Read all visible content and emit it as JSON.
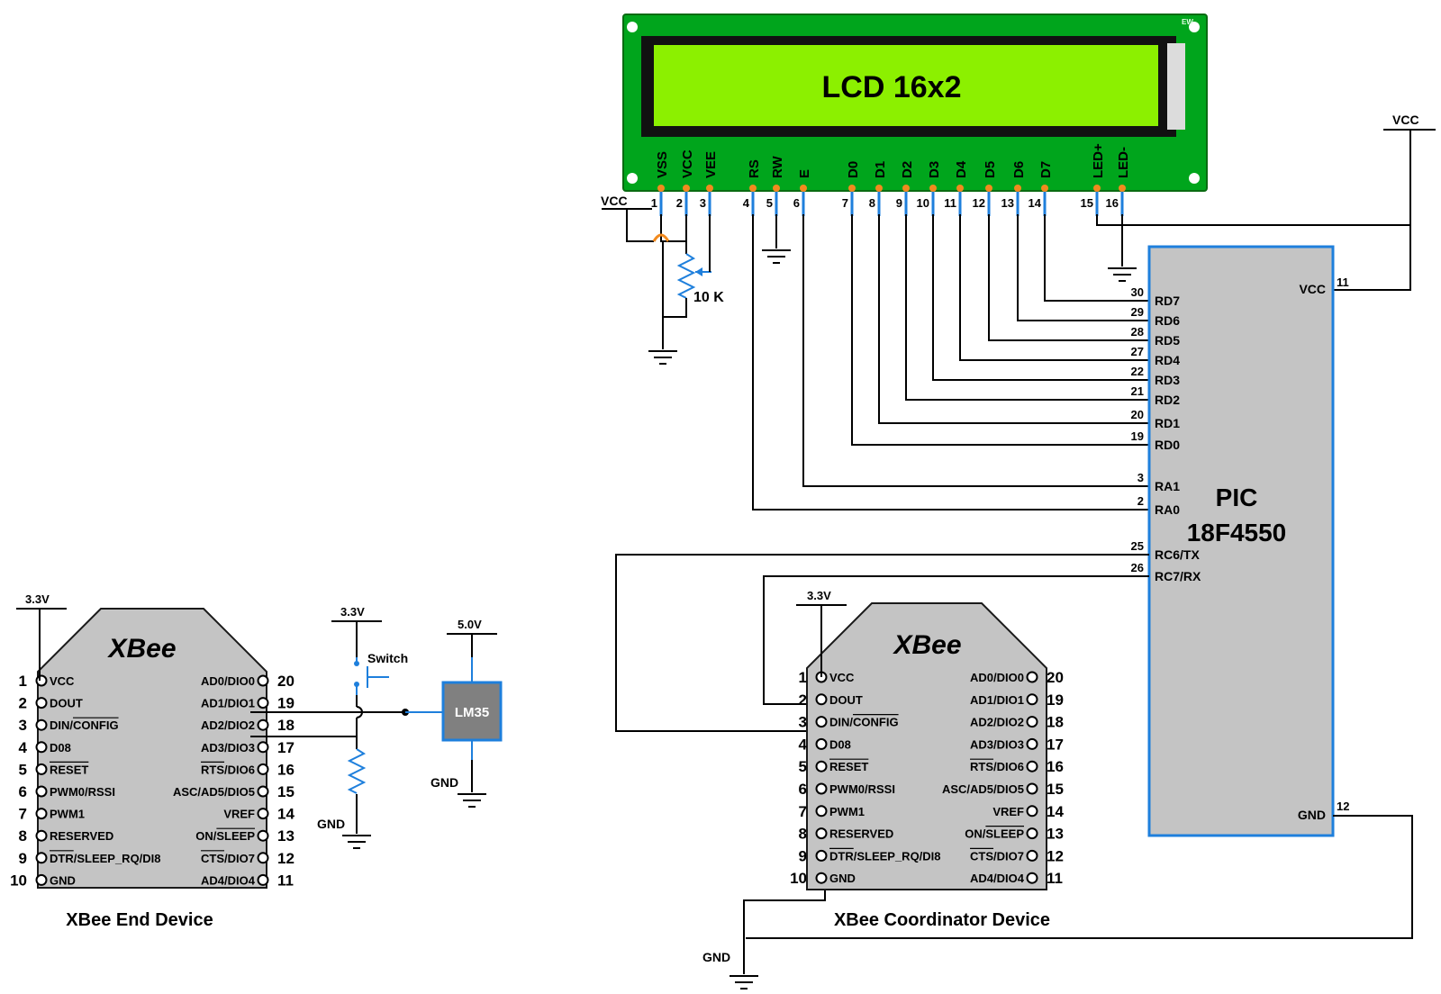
{
  "lcd": {
    "label": "LCD 16x2",
    "brand_mark": "EW",
    "pins": [
      {
        "name": "VSS",
        "num": "1"
      },
      {
        "name": "VCC",
        "num": "2"
      },
      {
        "name": "VEE",
        "num": "3"
      },
      {
        "name": "RS",
        "num": "4"
      },
      {
        "name": "RW",
        "num": "5"
      },
      {
        "name": "E",
        "num": "6"
      },
      {
        "name": "D0",
        "num": "7"
      },
      {
        "name": "D1",
        "num": "8"
      },
      {
        "name": "D2",
        "num": "9"
      },
      {
        "name": "D3",
        "num": "10"
      },
      {
        "name": "D4",
        "num": "11"
      },
      {
        "name": "D5",
        "num": "12"
      },
      {
        "name": "D6",
        "num": "13"
      },
      {
        "name": "D7",
        "num": "14"
      },
      {
        "name": "LED+",
        "num": "15"
      },
      {
        "name": "LED-",
        "num": "16"
      }
    ],
    "pcb_color": "#00a51c",
    "screen_color": "#8cf000"
  },
  "pic": {
    "name_line1": "PIC",
    "name_line2": "18F4550",
    "fill": "#c4c4c4",
    "border": "#1e7fdc",
    "pins_left": [
      {
        "num": "30",
        "label": "RD7"
      },
      {
        "num": "29",
        "label": "RD6"
      },
      {
        "num": "28",
        "label": "RD5"
      },
      {
        "num": "27",
        "label": "RD4"
      },
      {
        "num": "22",
        "label": "RD3"
      },
      {
        "num": "21",
        "label": "RD2"
      },
      {
        "num": "20",
        "label": "RD1"
      },
      {
        "num": "19",
        "label": "RD0"
      },
      {
        "num": "3",
        "label": "RA1"
      },
      {
        "num": "2",
        "label": "RA0"
      },
      {
        "num": "25",
        "label": "RC6/TX"
      },
      {
        "num": "26",
        "label": "RC7/RX"
      }
    ],
    "vcc_label": "VCC",
    "vcc_pin": "11",
    "gnd_label": "GND",
    "gnd_pin": "12"
  },
  "labels": {
    "vcc": "VCC",
    "pot": "10 K",
    "v33": "3.3V",
    "v50": "5.0V",
    "gnd": "GND",
    "switch": "Switch",
    "lm35": "LM35",
    "end_device_caption": "XBee End Device",
    "coord_caption": "XBee Coordinator Device"
  },
  "xbee": {
    "logo": "XBee",
    "left_pins": [
      {
        "num": "1",
        "label": "VCC",
        "over": ""
      },
      {
        "num": "2",
        "label": "DOUT",
        "over": ""
      },
      {
        "num": "3",
        "label": "DIN/",
        "over": "CONFIG"
      },
      {
        "num": "4",
        "label": "D08",
        "over": ""
      },
      {
        "num": "5",
        "label": "",
        "over": "RESET"
      },
      {
        "num": "6",
        "label": "PWM0/RSSI",
        "over": ""
      },
      {
        "num": "7",
        "label": "PWM1",
        "over": ""
      },
      {
        "num": "8",
        "label": "RESERVED",
        "over": ""
      },
      {
        "num": "9",
        "label": "/SLEEP_RQ/DI8",
        "over": "DTR"
      },
      {
        "num": "10",
        "label": "GND",
        "over": ""
      }
    ],
    "right_pins": [
      {
        "num": "20",
        "label": "AD0/DIO0",
        "over": ""
      },
      {
        "num": "19",
        "label": "AD1/DIO1",
        "over": ""
      },
      {
        "num": "18",
        "label": "AD2/DIO2",
        "over": ""
      },
      {
        "num": "17",
        "label": "AD3/DIO3",
        "over": ""
      },
      {
        "num": "16",
        "label": "/DIO6",
        "over": "RTS"
      },
      {
        "num": "15",
        "label": "ASC/AD5/DIO5",
        "over": ""
      },
      {
        "num": "14",
        "label": "VREF",
        "over": ""
      },
      {
        "num": "13",
        "label": "ON/",
        "over": "SLEEP"
      },
      {
        "num": "12",
        "label": "/DIO7",
        "over": "CTS"
      },
      {
        "num": "11",
        "label": "AD4/DIO4",
        "over": ""
      }
    ],
    "fill": "#c4c4c4"
  },
  "colors": {
    "pin_dot": "#f28a1e",
    "wire_blue": "#1e7fdc",
    "lm35_fill": "#808080"
  }
}
